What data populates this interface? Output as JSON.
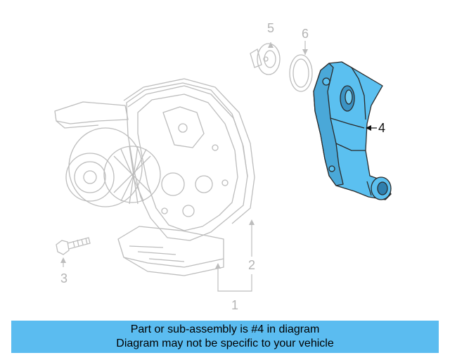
{
  "callouts": {
    "c1": "1",
    "c2": "2",
    "c3": "3",
    "c4": "4",
    "c5": "5",
    "c6": "6"
  },
  "highlighted_part": "4",
  "colors": {
    "highlight": "#5bc0f0",
    "ghost_line": "#bdbdbd",
    "banner": "#5bbcf0"
  },
  "banner": {
    "line1": "Part or sub-assembly is #4 in diagram",
    "line2": "Diagram may not be specific to your vehicle"
  }
}
